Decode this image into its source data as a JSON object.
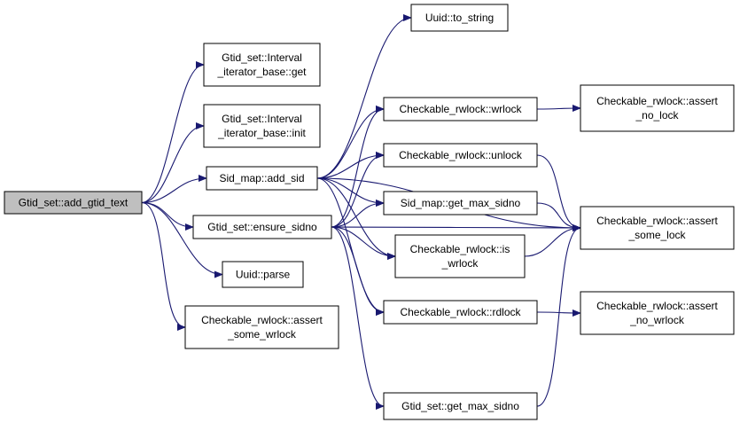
{
  "diagram": {
    "edge_color": "#191970",
    "root_fill": "#bfbfbf",
    "node_fill": "#ffffff",
    "nodes": [
      {
        "id": "root",
        "lines": [
          "Gtid_set::add_gtid_text"
        ]
      },
      {
        "id": "uuid_to_string",
        "lines": [
          "Uuid::to_string"
        ]
      },
      {
        "id": "interval_get",
        "lines": [
          "Gtid_set::Interval",
          "_iterator_base::get"
        ]
      },
      {
        "id": "interval_init",
        "lines": [
          "Gtid_set::Interval",
          "_iterator_base::init"
        ]
      },
      {
        "id": "sid_add",
        "lines": [
          "Sid_map::add_sid"
        ]
      },
      {
        "id": "ensure_sidno",
        "lines": [
          "Gtid_set::ensure_sidno"
        ]
      },
      {
        "id": "uuid_parse",
        "lines": [
          "Uuid::parse"
        ]
      },
      {
        "id": "assert_some_wrlock",
        "lines": [
          "Checkable_rwlock::assert",
          "_some_wrlock"
        ]
      },
      {
        "id": "wrlock",
        "lines": [
          "Checkable_rwlock::wrlock"
        ]
      },
      {
        "id": "unlock",
        "lines": [
          "Checkable_rwlock::unlock"
        ]
      },
      {
        "id": "get_max_sidno_map",
        "lines": [
          "Sid_map::get_max_sidno"
        ]
      },
      {
        "id": "is_wrlock",
        "lines": [
          "Checkable_rwlock::is",
          "_wrlock"
        ]
      },
      {
        "id": "rdlock",
        "lines": [
          "Checkable_rwlock::rdlock"
        ]
      },
      {
        "id": "get_max_sidno_set",
        "lines": [
          "Gtid_set::get_max_sidno"
        ]
      },
      {
        "id": "assert_no_lock",
        "lines": [
          "Checkable_rwlock::assert",
          "_no_lock"
        ]
      },
      {
        "id": "assert_some_lock",
        "lines": [
          "Checkable_rwlock::assert",
          "_some_lock"
        ]
      },
      {
        "id": "assert_no_wrlock",
        "lines": [
          "Checkable_rwlock::assert",
          "_no_wrlock"
        ]
      }
    ],
    "edges": [
      [
        "root",
        "interval_get"
      ],
      [
        "root",
        "interval_init"
      ],
      [
        "root",
        "sid_add"
      ],
      [
        "root",
        "ensure_sidno"
      ],
      [
        "root",
        "uuid_parse"
      ],
      [
        "root",
        "assert_some_wrlock"
      ],
      [
        "sid_add",
        "uuid_to_string"
      ],
      [
        "sid_add",
        "wrlock"
      ],
      [
        "sid_add",
        "unlock"
      ],
      [
        "sid_add",
        "get_max_sidno_map"
      ],
      [
        "sid_add",
        "is_wrlock"
      ],
      [
        "sid_add",
        "rdlock"
      ],
      [
        "sid_add",
        "assert_some_lock"
      ],
      [
        "ensure_sidno",
        "wrlock"
      ],
      [
        "ensure_sidno",
        "unlock"
      ],
      [
        "ensure_sidno",
        "get_max_sidno_map"
      ],
      [
        "ensure_sidno",
        "is_wrlock"
      ],
      [
        "ensure_sidno",
        "rdlock"
      ],
      [
        "ensure_sidno",
        "get_max_sidno_set"
      ],
      [
        "ensure_sidno",
        "assert_some_lock"
      ],
      [
        "wrlock",
        "assert_no_lock"
      ],
      [
        "unlock",
        "assert_some_lock"
      ],
      [
        "get_max_sidno_map",
        "assert_some_lock"
      ],
      [
        "is_wrlock",
        "assert_some_lock"
      ],
      [
        "rdlock",
        "assert_no_wrlock"
      ],
      [
        "get_max_sidno_set",
        "assert_some_lock"
      ]
    ]
  }
}
